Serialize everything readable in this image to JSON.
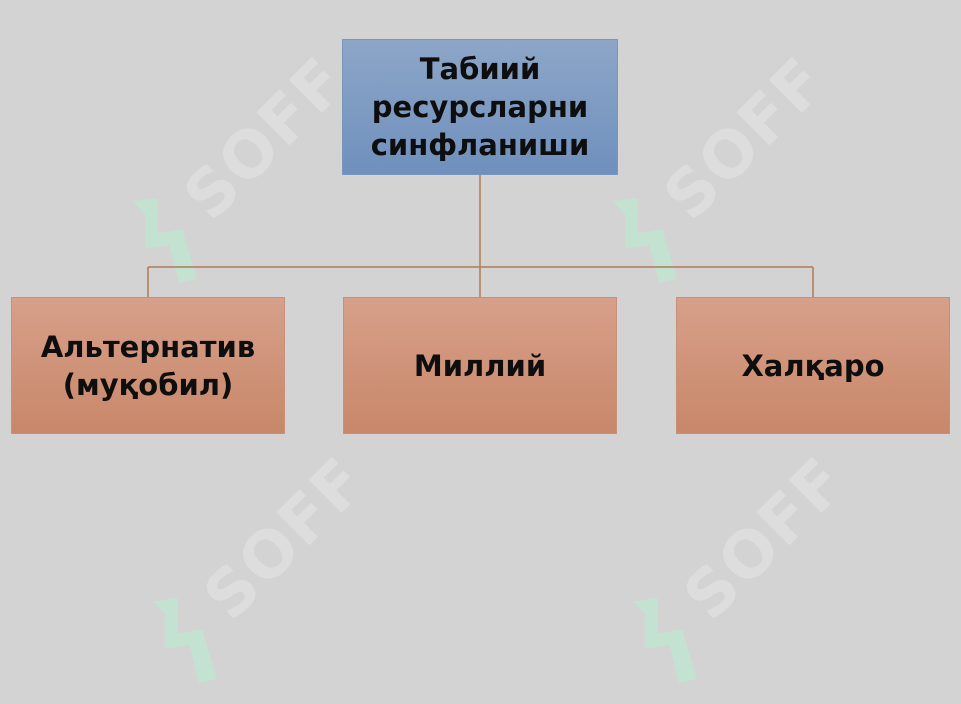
{
  "watermark": {
    "text": "SOFF"
  },
  "diagram": {
    "root": {
      "label": "Табиий ресурсларни синфланиши"
    },
    "children": [
      {
        "label": "Альтернатив (муқобил)"
      },
      {
        "label": "Миллий"
      },
      {
        "label": "Халқаро"
      }
    ]
  },
  "colors": {
    "background": "#d3d3d3",
    "root_fill": "#7f9cc4",
    "child_fill": "#cf9378",
    "connector": "#b07a55",
    "watermark_mark": "#b4f0cf"
  }
}
